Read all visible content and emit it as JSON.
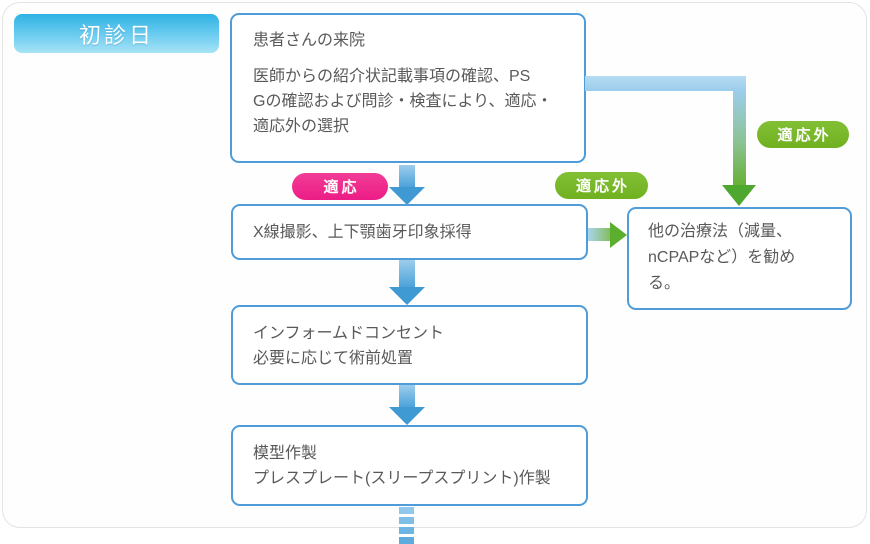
{
  "header": {
    "day_label": "初診日"
  },
  "boxes": {
    "visit": {
      "title": "患者さんの来院",
      "lines": [
        "医師からの紹介状記載事項の確認、PS",
        "Gの確認および問診・検査により、適応・",
        "適応外の選択"
      ]
    },
    "xray": {
      "lines": [
        "X線撮影、上下顎歯牙印象採得"
      ]
    },
    "consent": {
      "lines": [
        "インフォームドコンセント",
        "必要に応じて術前処置"
      ]
    },
    "model": {
      "lines": [
        "模型作製",
        "プレスプレート(スリープスプリント)作製"
      ]
    },
    "other_treatment": {
      "lines": [
        "他の治療法（減量、",
        "nCPAPなど）を勧め",
        "る。"
      ]
    }
  },
  "badges": {
    "tekiou": {
      "text": "適応",
      "color": "#ee2e8c"
    },
    "tekiougai_mid": {
      "text": "適応外",
      "color": "#77b829"
    },
    "tekiougai_top": {
      "text": "適応外",
      "color": "#77b829"
    }
  },
  "colors": {
    "box_border_blue": "#4f9cd8",
    "arrow_blue": "#3f9ad4",
    "arrow_green": "#4ea72f",
    "label_cyan_top": "#2eb2e4",
    "label_cyan_bottom": "#a7e3f6",
    "text_gray": "#595959",
    "frame_border": "#e3e3e3"
  }
}
